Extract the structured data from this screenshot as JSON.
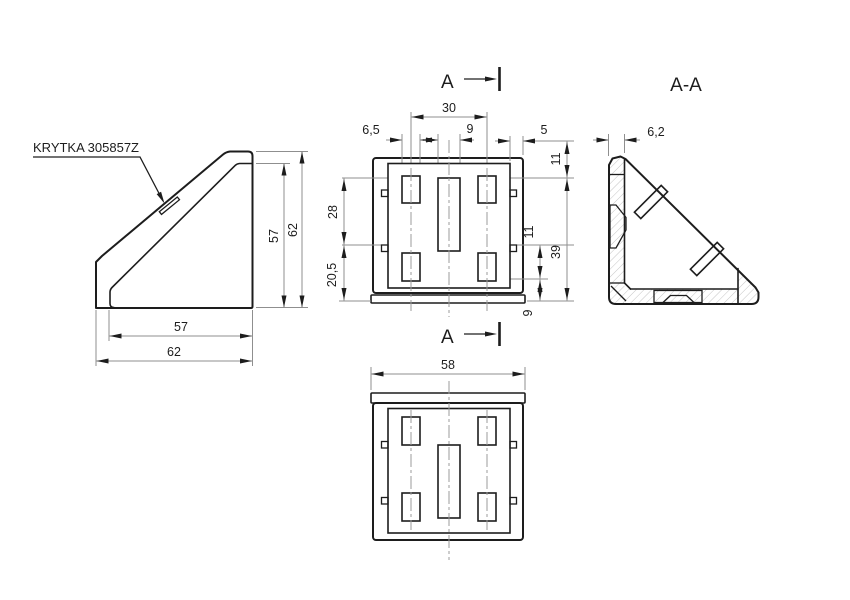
{
  "part_label": "KRYTKA 305857Z",
  "section": {
    "letter": "A",
    "title": "A-A"
  },
  "dims": {
    "side": {
      "height_inner": "57",
      "height_outer": "62",
      "width_inner": "57",
      "width_outer": "62"
    },
    "top": {
      "slot_span": "30",
      "slot_width": "6,5",
      "center_slot_width": "9",
      "edge_gap": "5",
      "top_offset": "11",
      "row_spacing": "28",
      "bottom_spacing": "20,5",
      "slot_height": "11",
      "body_height": "39",
      "bottom_offset": "9"
    },
    "section": {
      "wall_thickness": "6,2"
    },
    "bottom": {
      "body_width": "58"
    }
  },
  "colors": {
    "line": "#1d1d1d",
    "dimension": "#8f8f8f",
    "centerline": "#9b9b9b",
    "hatch": "#c5c5c5",
    "background": "#ffffff"
  }
}
